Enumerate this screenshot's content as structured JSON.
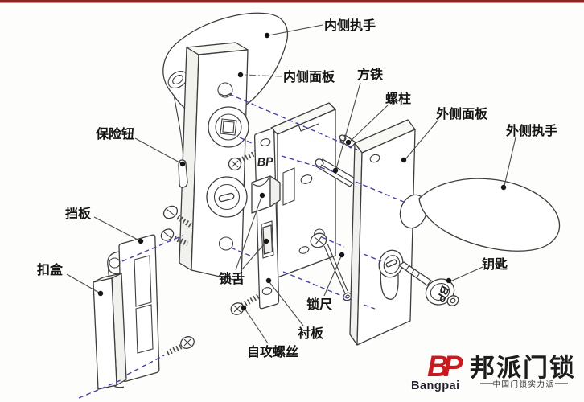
{
  "page": {
    "top_bar_color": "#8b2424",
    "background": "#fdfdfc"
  },
  "diagram": {
    "plate_marking": "BP",
    "key_marking": "BP",
    "labels": [
      {
        "id": "inner-handle",
        "text": "内侧执手"
      },
      {
        "id": "inner-panel",
        "text": "内侧面板"
      },
      {
        "id": "square-spindle",
        "text": "方铁"
      },
      {
        "id": "stud-bolt",
        "text": "螺柱"
      },
      {
        "id": "outer-panel",
        "text": "外侧面板"
      },
      {
        "id": "outer-handle",
        "text": "外侧执手"
      },
      {
        "id": "privacy-button",
        "text": "保险钮"
      },
      {
        "id": "strike-plate",
        "text": "挡板"
      },
      {
        "id": "strike-box",
        "text": "扣盒"
      },
      {
        "id": "latch-bolt",
        "text": "锁舌"
      },
      {
        "id": "self-tapping-screw",
        "text": "自攻螺丝"
      },
      {
        "id": "lock-bar",
        "text": "锁尺"
      },
      {
        "id": "lining-plate",
        "text": "衬板"
      },
      {
        "id": "key",
        "text": "钥匙"
      }
    ]
  },
  "logo": {
    "monogram": "BP",
    "latin_name": "Bangpai",
    "chinese_name": "邦派门锁",
    "tagline": "中国门锁实力派",
    "brand_red": "#c91a20"
  }
}
